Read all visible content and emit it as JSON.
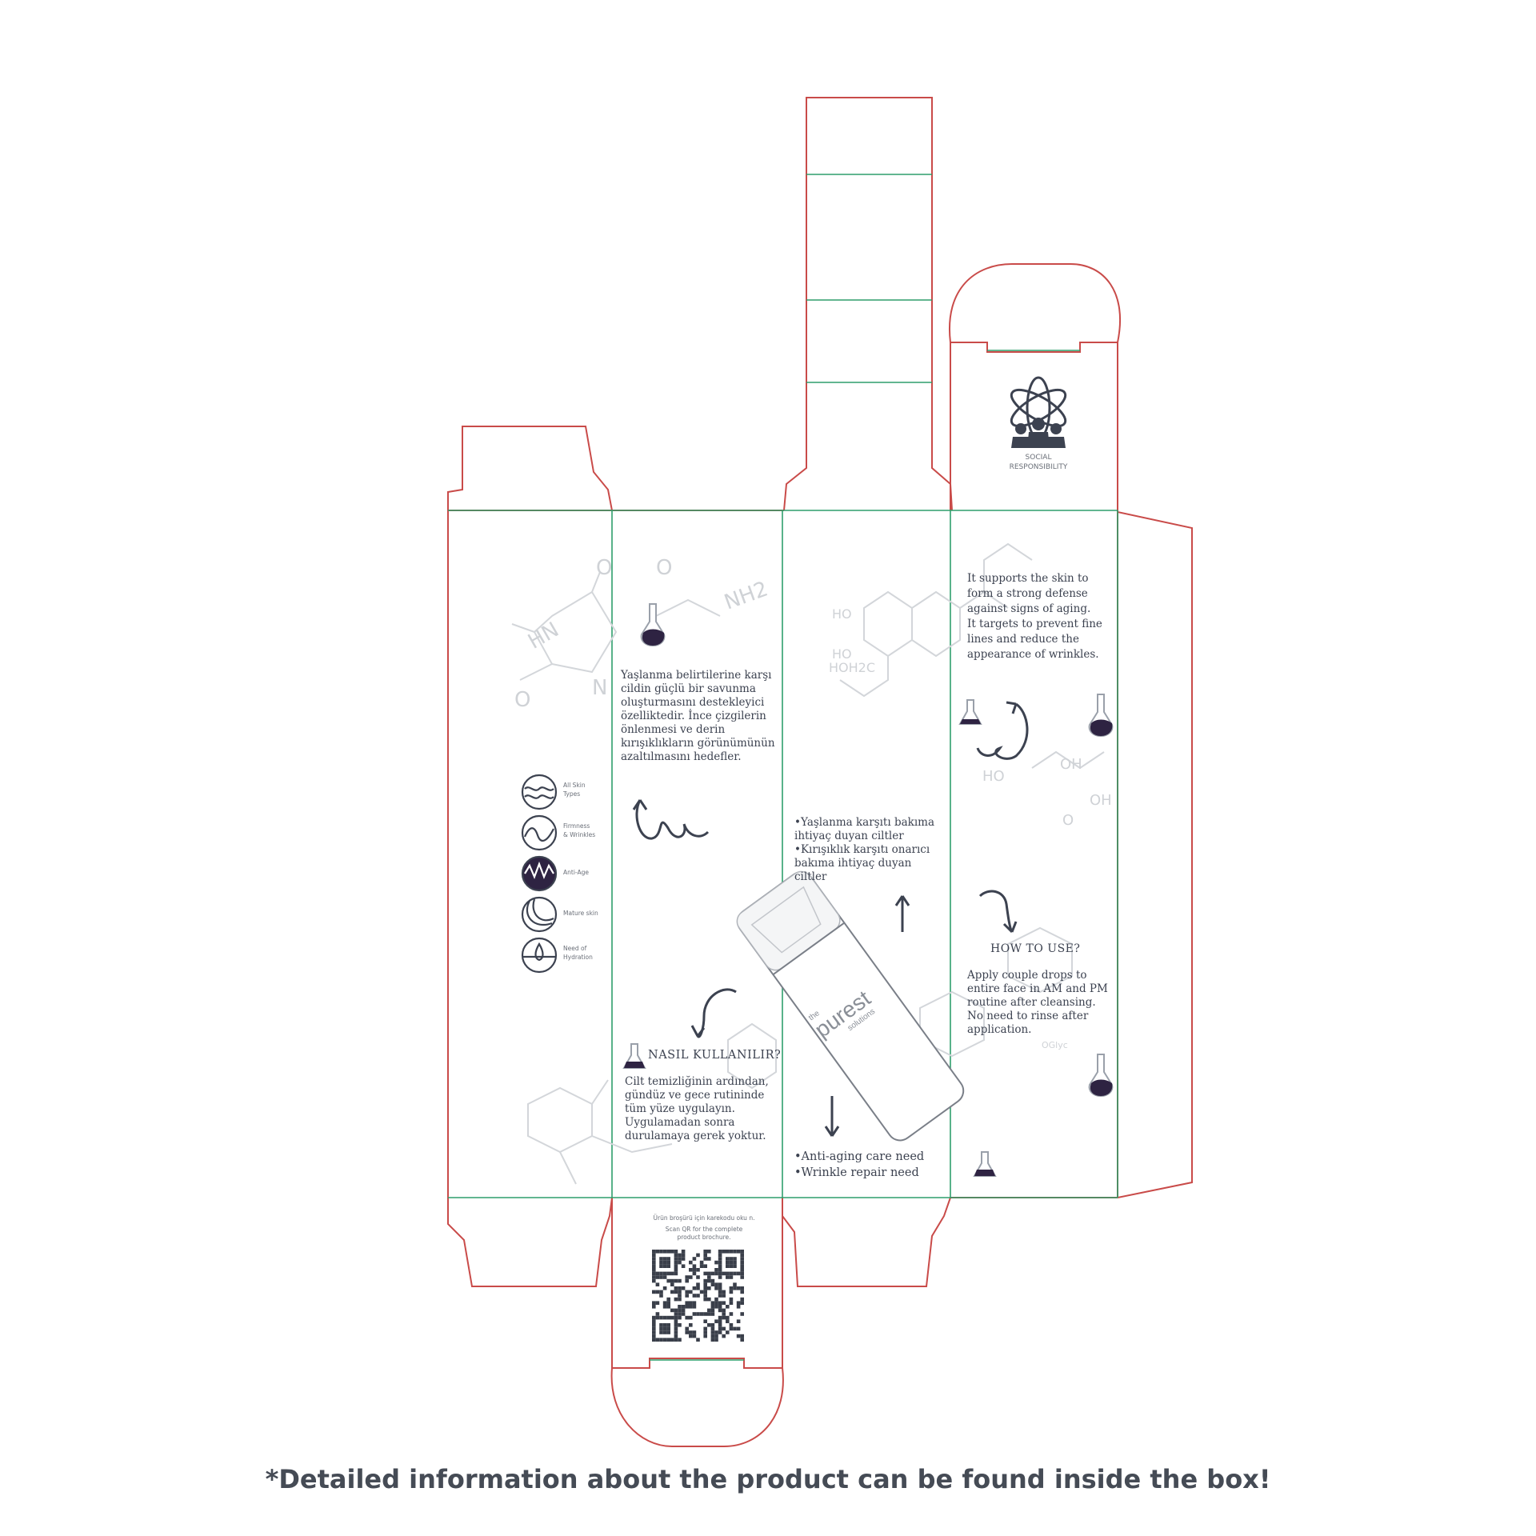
{
  "colors": {
    "cut_line": "#c94b49",
    "fold_line": "#2f9e6c",
    "ink": "#3c4250",
    "flask_fill": "#2e2342",
    "chem_grey": "#d3d6da"
  },
  "panels": {
    "tr_intro": "Yaşlanma belirtilerine karşı\ncildin güçlü bir savunma\noluşturmasını destekleyici\nözelliktedir. İnce çizgilerin\nönlenmesi ve derin\nkırışıklıkların görünümünün\nazaltılmasını hedefler.",
    "tr_howto_title": "NASIL KULLANILIR?",
    "tr_howto_body": "Cilt temizliğinin ardından,\ngündüz ve gece rutininde\ntüm yüze uygulayın.\nUygulamadan sonra\ndurulamaya gerek yoktur.",
    "tr_needs": "•Yaşlanma karşıtı bakıma\nihtiyaç duyan ciltler\n•Kırışıklık karşıtı onarıcı\nbakıma ihtiyaç duyan\nciltler",
    "en_needs": "•Anti-aging care need\n•Wrinkle repair need",
    "en_intro": "It supports the skin to\nform a strong defense\nagainst signs of aging.\nIt targets to prevent fine\nlines and reduce the\nappearance of wrinkles.",
    "en_howto_title": "HOW TO USE?",
    "en_howto_body": "Apply couple drops to\nentire face in AM and PM\nroutine after cleansing.\nNo need to rinse after\napplication.",
    "social_label": "SOCIAL\nRESPONSIBILITY",
    "qr_caption_tr": "Ürün broşürü için karekodu oku    n.",
    "qr_caption_en": "Scan QR for the complete\nproduct brochure."
  },
  "skin_icons": [
    {
      "icon": "all-skin-types-icon",
      "label": "All Skin\nTypes"
    },
    {
      "icon": "firmness-wrinkles-icon",
      "label": "Firmness\n& Wrinkles"
    },
    {
      "icon": "anti-age-icon",
      "label": "Anti-Age"
    },
    {
      "icon": "mature-skin-icon",
      "label": "Mature skin"
    },
    {
      "icon": "need-of-hydration-icon",
      "label": "Need of\nHydration"
    }
  ],
  "bottle": {
    "brand_small": "the",
    "brand": "purest",
    "brand_sub": "solutions"
  },
  "chem_labels": [
    "HN",
    "O",
    "O",
    "N",
    "O",
    "NH2",
    "HO",
    "HO",
    "HOH2C",
    "HO",
    "OH",
    "OH",
    "O",
    "OGlyc"
  ],
  "footer": "*Detailed information about the product can be found inside the box!"
}
